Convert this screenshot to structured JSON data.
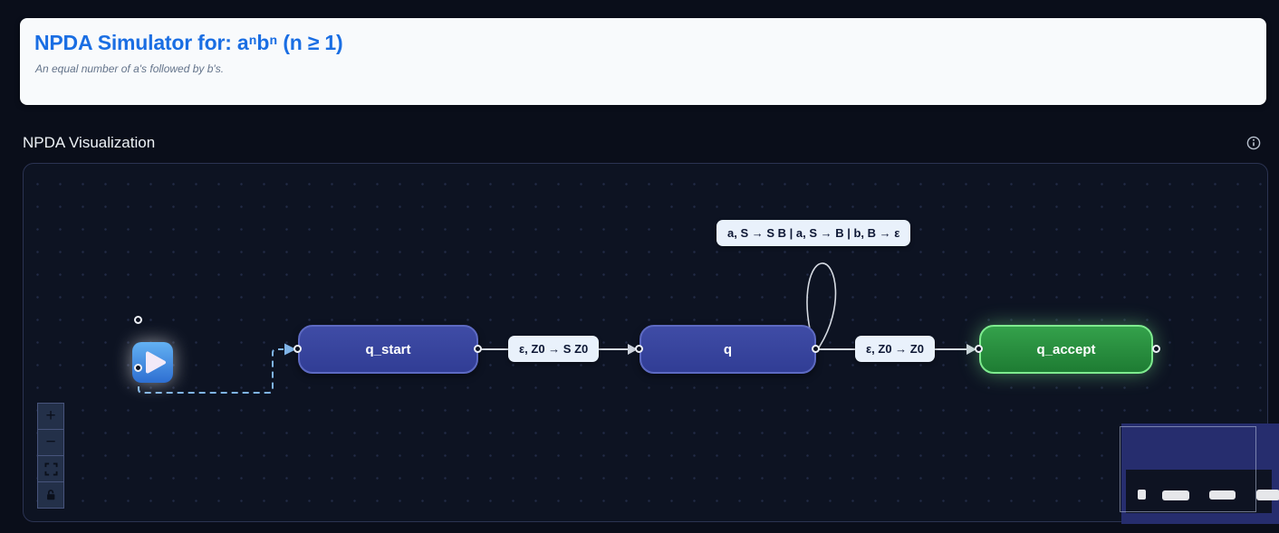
{
  "header": {
    "title": "NPDA Simulator for: aⁿbⁿ (n ≥ 1)",
    "subtitle": "An equal number of a's followed by b's."
  },
  "visualization": {
    "title": "NPDA Visualization"
  },
  "automaton": {
    "states": [
      {
        "id": "q_start",
        "label": "q_start",
        "type": "initial"
      },
      {
        "id": "q",
        "label": "q",
        "type": "normal"
      },
      {
        "id": "q_accept",
        "label": "q_accept",
        "type": "accept"
      }
    ],
    "transitions": [
      {
        "from": "q_start",
        "to": "q",
        "label": "ε, Z0 → S Z0"
      },
      {
        "from": "q",
        "to": "q",
        "label": "a, S → S B | a, S → B | b, B → ε"
      },
      {
        "from": "q",
        "to": "q_accept",
        "label": "ε, Z0 → Z0"
      }
    ],
    "initial_arrow": {
      "from": "start-trigger",
      "to": "q_start",
      "style": "dashed"
    }
  },
  "controls": {
    "zoom_in_label": "+",
    "zoom_out_label": "−"
  },
  "colors": {
    "accent_blue": "#1a6ee3",
    "state_fill_top": "#3f4ca6",
    "state_fill_bottom": "#313d95",
    "state_border": "#5d6ac2",
    "accept_fill_top": "#34a14b",
    "accept_fill_bottom": "#1e7c33",
    "accept_border": "#7eeb8f",
    "edge_line": "#d5dae2",
    "dashed_edge": "#7fb4e8",
    "label_bg": "#e9f1fb",
    "label_text": "#0d1734",
    "canvas_bg": "#0d1322",
    "minimap_bg": "#262d6e"
  }
}
